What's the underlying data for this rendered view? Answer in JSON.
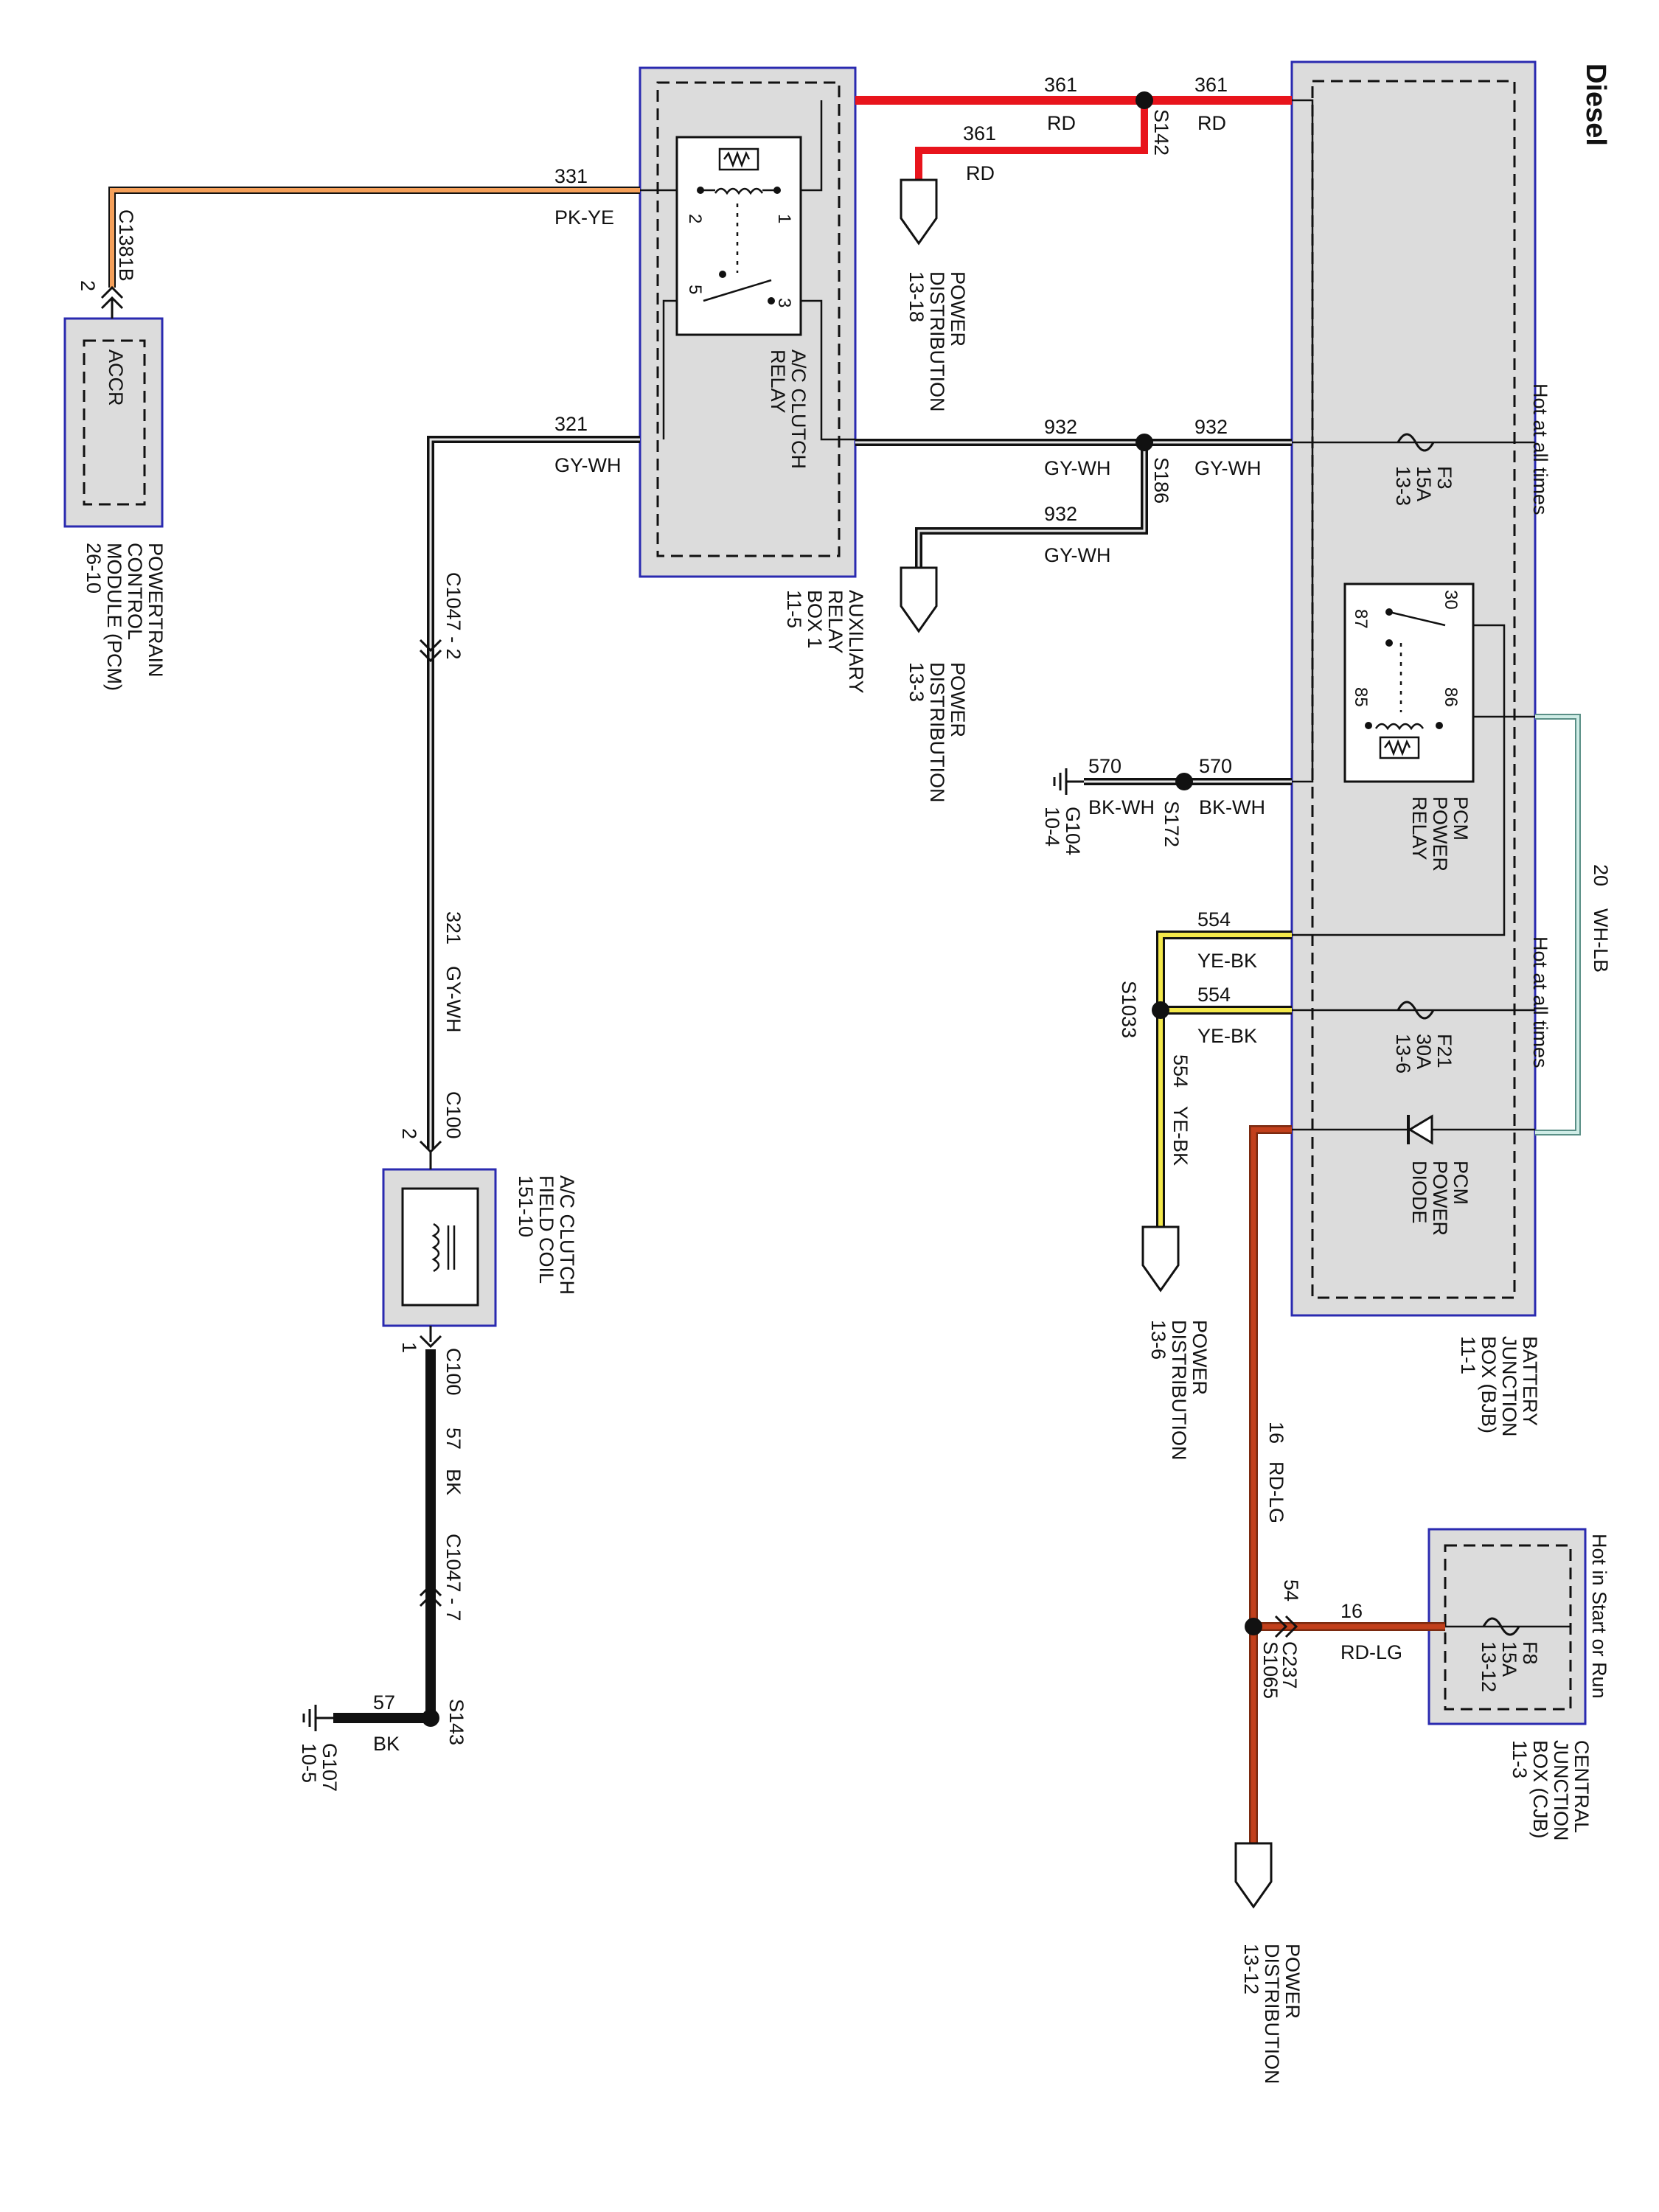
{
  "title": "Diesel",
  "notes": {
    "hot_at_all_times_1": "Hot at all times",
    "hot_at_all_times_2": "Hot at all times",
    "hot_in_start_or_run": "Hot in Start or Run"
  },
  "modules": {
    "pcm": {
      "inner": "ACCR",
      "name": [
        "POWERTRAIN",
        "CONTROL",
        "MODULE (PCM)",
        "26-10"
      ],
      "connector": "C1381B",
      "pin": "2"
    },
    "aux_relay_box": {
      "name": [
        "AUXILIARY",
        "RELAY",
        "BOX 1",
        "11-5"
      ]
    },
    "ac_relay": {
      "name": [
        "A/C CLUTCH",
        "RELAY"
      ],
      "pins": [
        "2",
        "1",
        "5",
        "3"
      ]
    },
    "bjb": {
      "name": [
        "BATTERY",
        "JUNCTION",
        "BOX (BJB)",
        "11-1"
      ]
    },
    "pcm_relay": {
      "name": [
        "PCM",
        "POWER",
        "RELAY"
      ],
      "pins": [
        "30",
        "87",
        "85",
        "86"
      ]
    },
    "pcm_diode": {
      "name": [
        "PCM",
        "POWER",
        "DIODE"
      ]
    },
    "fuse_f3": [
      "F3",
      "15A",
      "13-3"
    ],
    "fuse_f21": [
      "F21",
      "30A",
      "13-6"
    ],
    "cjb": {
      "name": [
        "CENTRAL",
        "JUNCTION",
        "BOX (CJB)",
        "11-3"
      ],
      "fuse": [
        "F8",
        "15A",
        "13-12"
      ]
    },
    "field_coil": {
      "name": [
        "A/C CLUTCH",
        "FIELD COIL",
        "151-10"
      ]
    }
  },
  "power_dist": {
    "pd_13_18": [
      "POWER",
      "DISTRIBUTION",
      "13-18"
    ],
    "pd_13_3": [
      "POWER",
      "DISTRIBUTION",
      "13-3"
    ],
    "pd_13_6": [
      "POWER",
      "DISTRIBUTION",
      "13-6"
    ],
    "pd_13_12": [
      "POWER",
      "DISTRIBUTION",
      "13-12"
    ]
  },
  "splices": {
    "s142": "S142",
    "s186": "S186",
    "s172": "S172",
    "s1033": "S1033",
    "s1065": "S1065",
    "s143": "S143"
  },
  "grounds": {
    "g104": [
      "G104",
      "10-4"
    ],
    "g107": [
      "G107",
      "10-5"
    ]
  },
  "connectors": {
    "c1047_2": "C1047 - 2",
    "c100_top": "C100",
    "c100_top_pin": "2",
    "c100_bot": "C100",
    "c100_bot_pin": "1",
    "c1047_7": "C1047 - 7",
    "c237": "C237",
    "c237_pin": "54"
  },
  "wires": {
    "w331": {
      "num": "331",
      "color": "PK-YE"
    },
    "w361a": {
      "num": "361",
      "color": "RD"
    },
    "w361b": {
      "num": "361",
      "color": "RD"
    },
    "w361c": {
      "num": "361",
      "color": "RD"
    },
    "w321": {
      "num": "321",
      "color": "GY-WH"
    },
    "w321v": {
      "num": "321",
      "color": "GY-WH"
    },
    "w932a": {
      "num": "932",
      "color": "GY-WH"
    },
    "w932b": {
      "num": "932",
      "color": "GY-WH"
    },
    "w932c": {
      "num": "932",
      "color": "GY-WH"
    },
    "w570a": {
      "num": "570",
      "color": "BK-WH"
    },
    "w570b": {
      "num": "570",
      "color": "BK-WH"
    },
    "w554a": {
      "num": "554",
      "color": "YE-BK"
    },
    "w554b": {
      "num": "554",
      "color": "YE-BK"
    },
    "w554v": {
      "num": "554",
      "color": "YE-BK"
    },
    "w20": {
      "num": "20",
      "color": "WH-LB"
    },
    "w16v": {
      "num": "16",
      "color": "RD-LG"
    },
    "w16h": {
      "num": "16",
      "color": "RD-LG"
    },
    "w57v": {
      "num": "57",
      "color": "BK"
    },
    "w57h": {
      "num": "57",
      "color": "BK"
    }
  },
  "colors": {
    "red": "#e8141c",
    "orange": "#f5a05a",
    "yellow": "#f3e84a",
    "rust": "#c2401c",
    "teal": "#9fd3c8",
    "black": "#111111"
  }
}
